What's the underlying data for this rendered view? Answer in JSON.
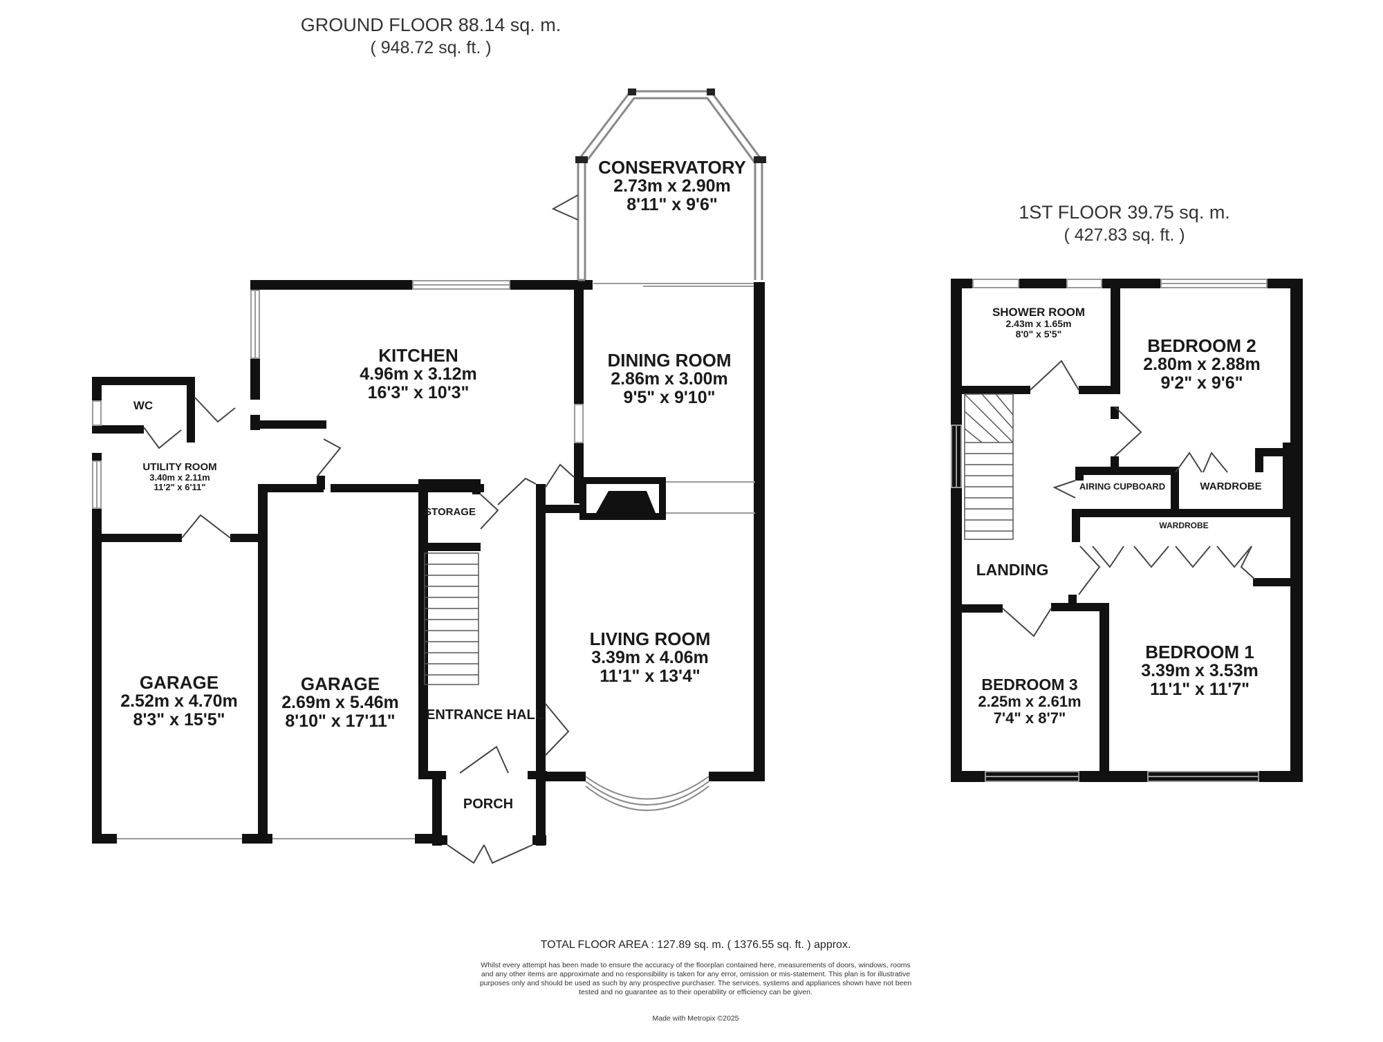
{
  "ground_floor": {
    "title": "GROUND FLOOR 88.14 sq. m.",
    "subtitle": "( 948.72 sq. ft. )",
    "rooms": {
      "conservatory": {
        "name": "CONSERVATORY",
        "metric": "2.73m x 2.90m",
        "imperial": "8'11\" x 9'6\""
      },
      "kitchen": {
        "name": "KITCHEN",
        "metric": "4.96m x 3.12m",
        "imperial": "16'3\" x 10'3\""
      },
      "dining": {
        "name": "DINING ROOM",
        "metric": "2.86m x 3.00m",
        "imperial": "9'5\" x 9'10\""
      },
      "wc": {
        "name": "WC"
      },
      "utility": {
        "name": "UTILITY ROOM",
        "metric": "3.40m x 2.11m",
        "imperial": "11'2\" x 6'11\""
      },
      "storage": {
        "name": "STORAGE"
      },
      "living": {
        "name": "LIVING ROOM",
        "metric": "3.39m x 4.06m",
        "imperial": "11'1\" x 13'4\""
      },
      "garage1": {
        "name": "GARAGE",
        "metric": "2.52m x 4.70m",
        "imperial": "8'3\" x 15'5\""
      },
      "garage2": {
        "name": "GARAGE",
        "metric": "2.69m x 5.46m",
        "imperial": "8'10\" x 17'11\""
      },
      "entrance": {
        "name": "ENTRANCE HALL"
      },
      "porch": {
        "name": "PORCH"
      }
    }
  },
  "first_floor": {
    "title": "1ST FLOOR 39.75 sq. m.",
    "subtitle": "( 427.83 sq. ft. )",
    "rooms": {
      "shower": {
        "name": "SHOWER ROOM",
        "metric": "2.43m x 1.65m",
        "imperial": "8'0\" x 5'5\""
      },
      "bed2": {
        "name": "BEDROOM 2",
        "metric": "2.80m x 2.88m",
        "imperial": "9'2\" x 9'6\""
      },
      "airing": {
        "name": "AIRING CUPBOARD"
      },
      "wardrobe_a": {
        "name": "WARDROBE"
      },
      "wardrobe_b": {
        "name": "WARDROBE"
      },
      "landing": {
        "name": "LANDING"
      },
      "bed3": {
        "name": "BEDROOM 3",
        "metric": "2.25m x 2.61m",
        "imperial": "7'4\" x 8'7\""
      },
      "bed1": {
        "name": "BEDROOM 1",
        "metric": "3.39m x 3.53m",
        "imperial": "11'1\" x 11'7\""
      }
    }
  },
  "footer": {
    "total": "TOTAL FLOOR AREA : 127.89 sq. m. ( 1376.55 sq. ft. ) approx.",
    "disclaimer": "Whilst every attempt has been made to ensure the accuracy of the floorplan contained here, measurements of doors, windows, rooms and any other items are approximate and no responsibility is taken for any error, omission or mis-statement. This plan is for illustrative purposes only and should be used as such by any prospective purchaser. The services, systems and appliances shown have not been tested and no guarantee as to their operability or efficiency can be given.",
    "credit": "Made with Metropix ©2025"
  },
  "colors": {
    "wall": "#111111",
    "window": "#bbbbbb",
    "door": "#444444"
  }
}
